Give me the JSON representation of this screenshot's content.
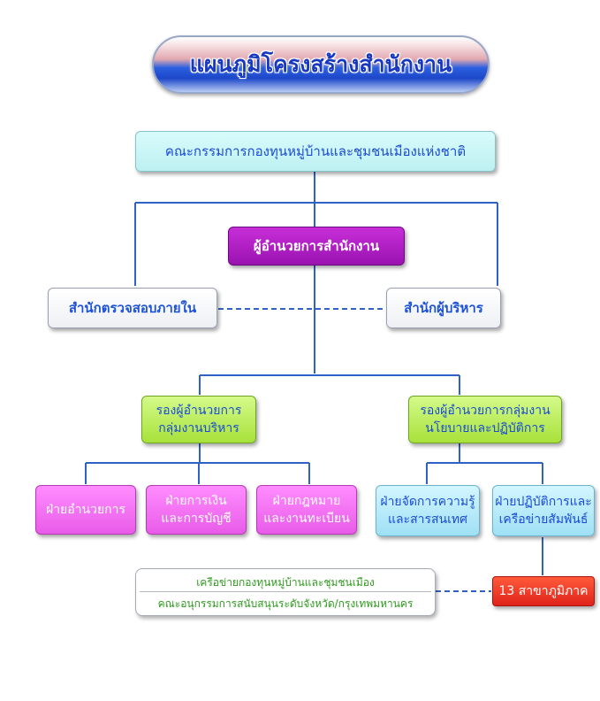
{
  "title": "แผนภูมิโครงสร้างสำนักงาน",
  "committee": "คณะกรรมการกองทุนหมู่บ้านและชุมชนเมืองแห่งชาติ",
  "director": "ผู้อำนวยการสำนักงาน",
  "internal_audit": "สำนักตรวจสอบภายใน",
  "executive_office": "สำนักผู้บริหาร",
  "deputy_admin": {
    "line1": "รองผู้อำนวยการ",
    "line2": "กลุ่มงานบริหาร"
  },
  "deputy_policy": {
    "line1": "รองผู้อำนวยการกลุ่มงาน",
    "line2": "นโยบายและปฏิบัติการ"
  },
  "dept_admin": "ฝ่ายอำนวยการ",
  "dept_finance": {
    "line1": "ฝ่ายการเงิน",
    "line2": "และการบัญชี"
  },
  "dept_legal": {
    "line1": "ฝ่ายกฎหมาย",
    "line2": "และงานทะเบียน"
  },
  "dept_knowledge": {
    "line1": "ฝ่ายจัดการความรู้",
    "line2": "และสารสนเทศ"
  },
  "dept_operations": {
    "line1": "ฝ่ายปฏิบัติการและ",
    "line2": "เครือข่ายสัมพันธ์"
  },
  "network": {
    "line1": "เครือข่ายกองทุนหมู่บ้านและชุมชนเมือง",
    "line2": "คณะอนุกรรมการสนับสนุนระดับจังหวัด/กรุงเทพมหานคร"
  },
  "regional_branches": "13 สาขาภูมิภาค",
  "colors": {
    "connector": "#2f62c6",
    "purple": "#a51ec0",
    "green": "#b7ea54",
    "pink": "#f06cf0",
    "cyan": "#bdf0f2",
    "red": "#e8301f",
    "title_text": "#1838c0"
  }
}
